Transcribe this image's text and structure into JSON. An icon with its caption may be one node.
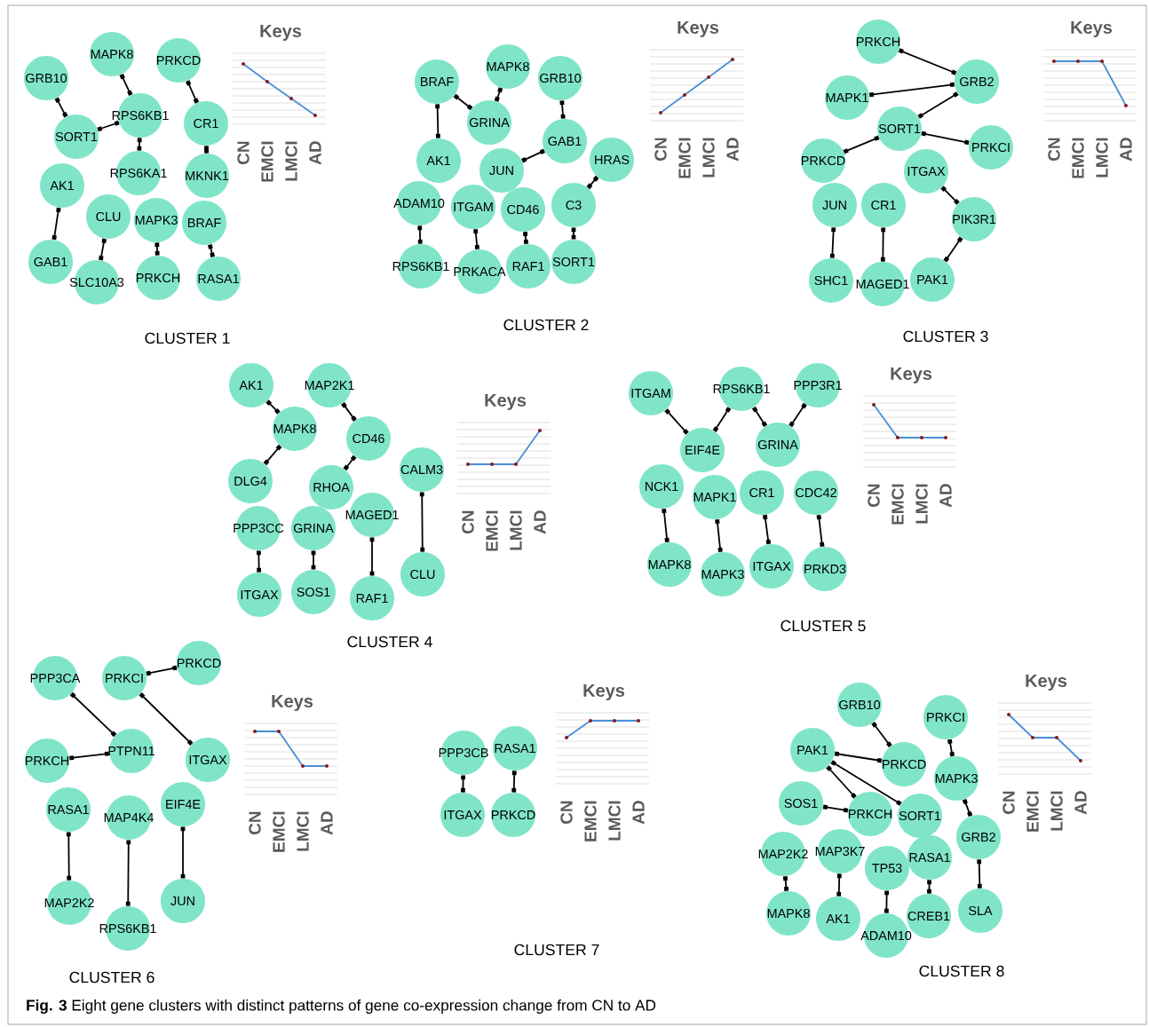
{
  "diagram": {
    "caption": "**Fig. 3** Eight gene clusters with distinct patterns of gene co-expression change from CN to AD",
    "nodes": [
      {
        "text": [
          "GRB10"
        ]
      },
      {
        "text": [
          "MAPK8"
        ]
      },
      {
        "text": [
          "PRKCD"
        ]
      },
      {
        "text": [
          "SORT1"
        ]
      },
      {
        "text": [
          "RPS6KB1"
        ]
      },
      {
        "text": [
          "CR1"
        ]
      },
      {
        "text": [
          "RPS6KA1"
        ]
      },
      {
        "text": [
          "MKNK1"
        ]
      },
      {
        "text": [
          "AK1"
        ]
      },
      {
        "text": [
          "CLU"
        ]
      },
      {
        "text": [
          "MAPK3"
        ]
      },
      {
        "text": [
          "BRAF"
        ]
      },
      {
        "text": [
          "GAB1"
        ]
      },
      {
        "text": [
          "SLC10A3"
        ]
      },
      {
        "text": [
          "PRKCH"
        ]
      },
      {
        "text": [
          "RASA1"
        ]
      },
      {
        "text": [
          "BRAF"
        ]
      },
      {
        "text": [
          "MAPK8"
        ]
      },
      {
        "text": [
          "GRB10"
        ]
      },
      {
        "text": [
          "GRINA"
        ]
      },
      {
        "text": [
          "GAB1"
        ]
      },
      {
        "text": [
          "AK1"
        ]
      },
      {
        "text": [
          "JUN"
        ]
      },
      {
        "text": [
          "HRAS"
        ]
      },
      {
        "text": [
          "ADAM10"
        ]
      },
      {
        "text": [
          "ITGAM"
        ]
      },
      {
        "text": [
          "CD46"
        ]
      },
      {
        "text": [
          "C3"
        ]
      },
      {
        "text": [
          "RPS6KB1"
        ]
      },
      {
        "text": [
          "PRKACA"
        ]
      },
      {
        "text": [
          "RAF1"
        ]
      },
      {
        "text": [
          "SORT1"
        ]
      },
      {
        "text": [
          "PRKCH"
        ]
      },
      {
        "text": [
          "GRB2"
        ]
      },
      {
        "text": [
          "MAPK1"
        ]
      },
      {
        "text": [
          "SORT1"
        ]
      },
      {
        "text": [
          "PRKCI"
        ]
      },
      {
        "text": [
          "PRKCD"
        ]
      },
      {
        "text": [
          "ITGAX"
        ]
      },
      {
        "text": [
          "JUN"
        ]
      },
      {
        "text": [
          "CR1"
        ]
      },
      {
        "text": [
          "PIK3R1"
        ]
      },
      {
        "text": [
          "SHC1"
        ]
      },
      {
        "text": [
          "MAGED1"
        ]
      },
      {
        "text": [
          "PAK1"
        ]
      },
      {
        "text": [
          "AK1"
        ]
      },
      {
        "text": [
          "MAP2K1"
        ]
      },
      {
        "text": [
          "MAPK8"
        ]
      },
      {
        "text": [
          "CD46"
        ]
      },
      {
        "text": [
          "DLG4"
        ]
      },
      {
        "text": [
          "RHOA"
        ]
      },
      {
        "text": [
          "CALM3"
        ]
      },
      {
        "text": [
          "MAGED1"
        ]
      },
      {
        "text": [
          "PPP3CC"
        ]
      },
      {
        "text": [
          "GRINA"
        ]
      },
      {
        "text": [
          "ITGAX"
        ]
      },
      {
        "text": [
          "SOS1"
        ]
      },
      {
        "text": [
          "RAF1"
        ]
      },
      {
        "text": [
          "CLU"
        ]
      },
      {
        "text": [
          "ITGAM"
        ]
      },
      {
        "text": [
          "RPS6KB1"
        ]
      },
      {
        "text": [
          "PPP3R1"
        ]
      },
      {
        "text": [
          "EIF4E"
        ]
      },
      {
        "text": [
          "GRINA"
        ]
      },
      {
        "text": [
          "NCK1"
        ]
      },
      {
        "text": [
          "MAPK1"
        ]
      },
      {
        "text": [
          "CR1"
        ]
      },
      {
        "text": [
          "CDC42"
        ]
      },
      {
        "text": [
          "MAPK8"
        ]
      },
      {
        "text": [
          "MAPK3"
        ]
      },
      {
        "text": [
          "ITGAX"
        ]
      },
      {
        "text": [
          "PRKD3"
        ]
      },
      {
        "text": [
          "PPP3CA"
        ]
      },
      {
        "text": [
          "PRKCI"
        ]
      },
      {
        "text": [
          "PRKCD"
        ]
      },
      {
        "text": [
          "PRKCH"
        ]
      },
      {
        "text": [
          "PTPN11"
        ]
      },
      {
        "text": [
          "ITGAX"
        ]
      },
      {
        "text": [
          "RASA1"
        ]
      },
      {
        "text": [
          "MAP4K4"
        ]
      },
      {
        "text": [
          "EIF4E"
        ]
      },
      {
        "text": [
          "MAP2K2"
        ]
      },
      {
        "text": [
          "RPS6KB1"
        ]
      },
      {
        "text": [
          "JUN"
        ]
      },
      {
        "text": [
          "PPP3CB"
        ]
      },
      {
        "text": [
          "RASA1"
        ]
      },
      {
        "text": [
          "ITGAX"
        ]
      },
      {
        "text": [
          "PRKCD"
        ]
      },
      {
        "text": [
          "GRB10"
        ]
      },
      {
        "text": [
          "PRKCI"
        ]
      },
      {
        "text": [
          "PAK1"
        ]
      },
      {
        "text": [
          "PRKCD"
        ]
      },
      {
        "text": [
          "MAPK3"
        ]
      },
      {
        "text": [
          "SOS1"
        ]
      },
      {
        "text": [
          "PRKCH"
        ]
      },
      {
        "text": [
          "SORT1"
        ]
      },
      {
        "text": [
          "GRB2"
        ]
      },
      {
        "text": [
          "MAP2K2"
        ]
      },
      {
        "text": [
          "MAP3K7"
        ]
      },
      {
        "text": [
          "TP53"
        ]
      },
      {
        "text": [
          "RASA1"
        ]
      },
      {
        "text": [
          "MAPK8"
        ]
      },
      {
        "text": [
          "AK1"
        ]
      },
      {
        "text": [
          "ADAM10"
        ]
      },
      {
        "text": [
          "CREB1"
        ]
      },
      {
        "text": [
          "SLA"
        ]
      }
    ],
    "edges": [
      {
        "from": 0,
        "to": 3,
        "arrow": "other"
      },
      {
        "from": 1,
        "to": 4,
        "arrow": "other"
      },
      {
        "from": 3,
        "to": 4,
        "arrow": "other"
      },
      {
        "from": 2,
        "to": 5,
        "arrow": "other"
      },
      {
        "from": 4,
        "to": 6,
        "arrow": "other"
      },
      {
        "from": 5,
        "to": 7,
        "arrow": "other"
      },
      {
        "from": 8,
        "to": 12,
        "arrow": "other"
      },
      {
        "from": 9,
        "to": 13,
        "arrow": "other"
      },
      {
        "from": 10,
        "to": 14,
        "arrow": "other"
      },
      {
        "from": 11,
        "to": 15,
        "arrow": "other"
      },
      {
        "from": 16,
        "to": 19,
        "arrow": "other"
      },
      {
        "from": 17,
        "to": 19,
        "arrow": "other"
      },
      {
        "from": 16,
        "to": 21,
        "arrow": "other"
      },
      {
        "from": 18,
        "to": 20,
        "arrow": "other"
      },
      {
        "from": 20,
        "to": 22,
        "arrow": "other"
      },
      {
        "from": 23,
        "to": 27,
        "arrow": "other"
      },
      {
        "from": 24,
        "to": 28,
        "arrow": "other"
      },
      {
        "from": 25,
        "to": 29,
        "arrow": "other"
      },
      {
        "from": 26,
        "to": 30,
        "arrow": "other"
      },
      {
        "from": 27,
        "to": 31,
        "arrow": "other"
      },
      {
        "from": 32,
        "to": 33,
        "arrow": "other"
      },
      {
        "from": 34,
        "to": 33,
        "arrow": "other"
      },
      {
        "from": 33,
        "to": 35,
        "arrow": "other"
      },
      {
        "from": 35,
        "to": 36,
        "arrow": "other"
      },
      {
        "from": 35,
        "to": 37,
        "arrow": "other"
      },
      {
        "from": 38,
        "to": 41,
        "arrow": "other"
      },
      {
        "from": 41,
        "to": 44,
        "arrow": "other"
      },
      {
        "from": 39,
        "to": 42,
        "arrow": "other"
      },
      {
        "from": 40,
        "to": 43,
        "arrow": "other"
      },
      {
        "from": 45,
        "to": 47,
        "arrow": "other"
      },
      {
        "from": 47,
        "to": 49,
        "arrow": "other"
      },
      {
        "from": 46,
        "to": 48,
        "arrow": "other"
      },
      {
        "from": 48,
        "to": 50,
        "arrow": "other"
      },
      {
        "from": 53,
        "to": 55,
        "arrow": "other"
      },
      {
        "from": 54,
        "to": 56,
        "arrow": "other"
      },
      {
        "from": 52,
        "to": 57,
        "arrow": "other"
      },
      {
        "from": 51,
        "to": 58,
        "arrow": "other"
      },
      {
        "from": 59,
        "to": 62,
        "arrow": "other"
      },
      {
        "from": 60,
        "to": 62,
        "arrow": "other"
      },
      {
        "from": 60,
        "to": 63,
        "arrow": "other"
      },
      {
        "from": 61,
        "to": 63,
        "arrow": "other"
      },
      {
        "from": 64,
        "to": 68,
        "arrow": "other"
      },
      {
        "from": 65,
        "to": 69,
        "arrow": "other"
      },
      {
        "from": 66,
        "to": 70,
        "arrow": "other"
      },
      {
        "from": 67,
        "to": 71,
        "arrow": "other"
      },
      {
        "from": 73,
        "to": 74,
        "arrow": "other"
      },
      {
        "from": 72,
        "to": 76,
        "arrow": "other"
      },
      {
        "from": 73,
        "to": 77,
        "arrow": "other"
      },
      {
        "from": 75,
        "to": 76,
        "arrow": "other"
      },
      {
        "from": 78,
        "to": 81,
        "arrow": "other"
      },
      {
        "from": 79,
        "to": 82,
        "arrow": "other"
      },
      {
        "from": 80,
        "to": 83,
        "arrow": "other"
      },
      {
        "from": 84,
        "to": 86,
        "arrow": "other"
      },
      {
        "from": 85,
        "to": 87,
        "arrow": "other"
      },
      {
        "from": 88,
        "to": 91,
        "arrow": "other"
      },
      {
        "from": 90,
        "to": 91,
        "arrow": "other"
      },
      {
        "from": 90,
        "to": 94,
        "arrow": "other"
      },
      {
        "from": 90,
        "to": 95,
        "arrow": "other"
      },
      {
        "from": 93,
        "to": 94,
        "arrow": "other"
      },
      {
        "from": 89,
        "to": 92,
        "arrow": "other"
      },
      {
        "from": 92,
        "to": 96,
        "arrow": "other"
      },
      {
        "from": 96,
        "to": 105,
        "arrow": "other"
      },
      {
        "from": 97,
        "to": 101,
        "arrow": "other"
      },
      {
        "from": 98,
        "to": 102,
        "arrow": "other"
      },
      {
        "from": 99,
        "to": 103,
        "arrow": "other"
      },
      {
        "from": 100,
        "to": 104,
        "arrow": "other"
      }
    ],
    "labels": [
      "Keys",
      "CN",
      "EMCI",
      "LMCI",
      "AD",
      "CLUSTER 1",
      "Keys",
      "CN",
      "EMCI",
      "LMCI",
      "AD",
      "CLUSTER 2",
      "Keys",
      "CN",
      "EMCI",
      "LMCI",
      "AD",
      "CLUSTER 3",
      "Keys",
      "CN",
      "EMCI",
      "LMCI",
      "AD",
      "CLUSTER 4",
      "Keys",
      "CN",
      "EMCI",
      "LMCI",
      "AD",
      "CLUSTER 5",
      "Keys",
      "CN",
      "EMCI",
      "LMCI",
      "AD",
      "CLUSTER 6",
      "Keys",
      "CN",
      "EMCI",
      "LMCI",
      "AD",
      "CLUSTER 7",
      "Keys",
      "CN",
      "EMCI",
      "LMCI",
      "AD",
      "CLUSTER 8"
    ]
  }
}
